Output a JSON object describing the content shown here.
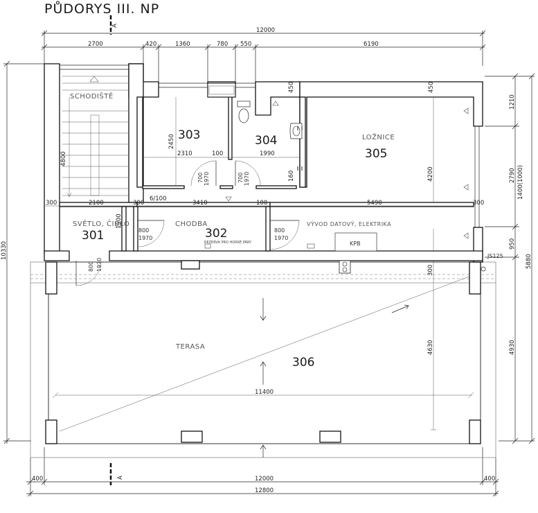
{
  "title": "PŮDORYS III. NP",
  "section_mark": "A",
  "dimensions_top": {
    "overall": "12000",
    "segments": [
      "2700",
      "420",
      "1360",
      "780",
      "550",
      "6190"
    ]
  },
  "dimensions_bottom": {
    "segments": [
      "400",
      "12000",
      "400"
    ],
    "overall": "12800"
  },
  "dimensions_left": {
    "overall": "10330"
  },
  "dimensions_right": {
    "segments": [
      "1210",
      "2790",
      "1400(1000)",
      "950",
      "4930"
    ],
    "overall": "5880"
  },
  "interior_dims": {
    "d4800": "4800",
    "d300a": "300",
    "d2100": "2100",
    "d300b": "300",
    "d3410": "3410",
    "d100a": "100",
    "d5490": "5490",
    "d300c": "300",
    "d2450": "2450",
    "d2310": "2310",
    "d100b": "100",
    "d1990": "1990",
    "d450a": "450",
    "d450b": "450",
    "d4200": "4200",
    "d160": "160",
    "d1500": "1500",
    "d300d": "300",
    "d4630": "4630",
    "d11400": "11400",
    "slope": "6/100"
  },
  "rooms": {
    "r301": {
      "number": "301",
      "name": "SVĚTLO, ČIDLO"
    },
    "r302": {
      "number": "302",
      "name": "CHODBA",
      "note": "REZERVA PRO HORKÉ PÁRY"
    },
    "r303": {
      "number": "303"
    },
    "r304": {
      "number": "304"
    },
    "r305": {
      "number": "305",
      "name": "LOŽNICE",
      "note": "VÝVOD DATOVÝ, ELEKTRIKA"
    },
    "r306": {
      "number": "306",
      "name": "TERASA"
    },
    "stairs": {
      "name": "SCHODIŠTĚ"
    }
  },
  "doors": {
    "d303": {
      "w": "700",
      "h": "1970"
    },
    "d304": {
      "w": "700",
      "h": "1970"
    },
    "d301": {
      "w": "800",
      "h": "1970"
    },
    "d305": {
      "w": "800",
      "h": "1970"
    },
    "dext": {
      "w": "800",
      "h": "1970"
    }
  },
  "labels": {
    "kpb": "KPB",
    "js": "JS125"
  }
}
